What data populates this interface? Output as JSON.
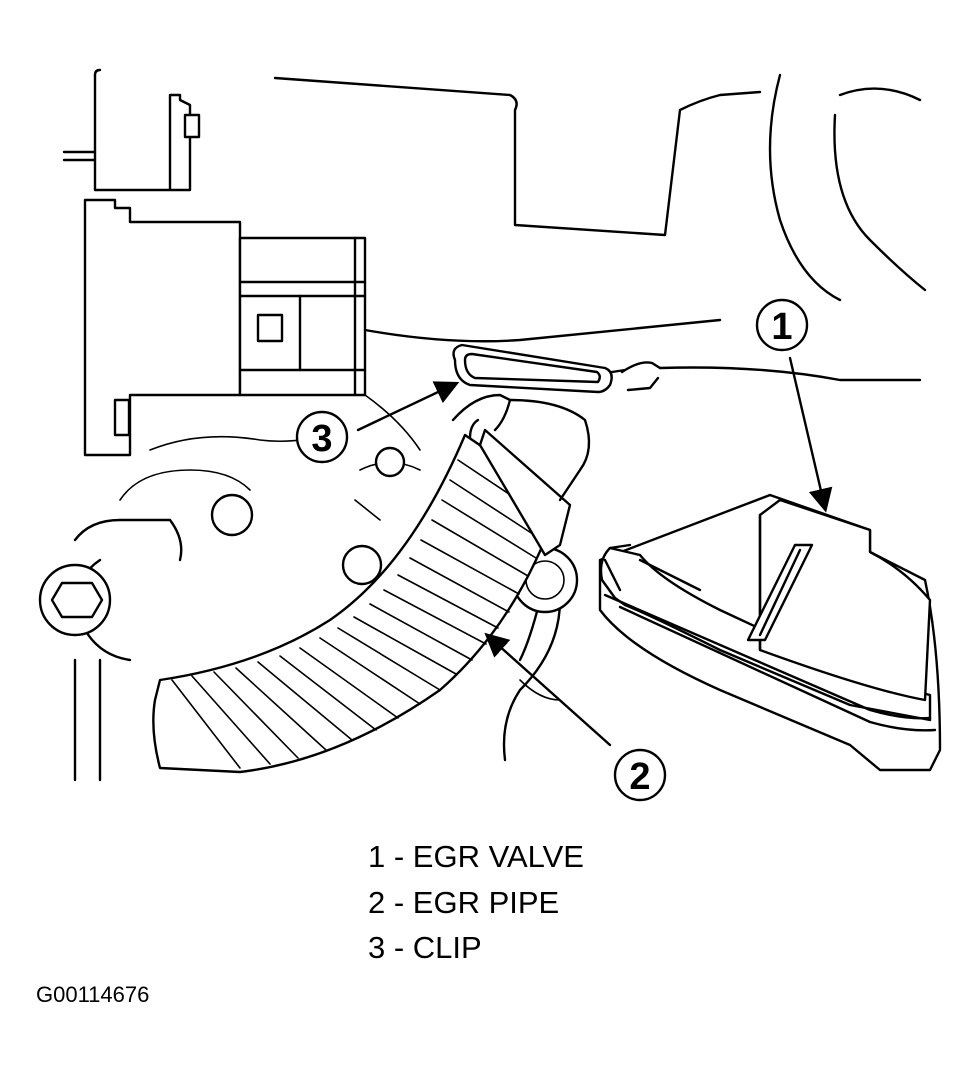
{
  "callouts": [
    {
      "number": "1"
    },
    {
      "number": "2"
    },
    {
      "number": "3"
    }
  ],
  "legend": [
    "1 - EGR VALVE",
    "2 - EGR PIPE",
    "3 - CLIP"
  ],
  "figure_id": "G00114676"
}
